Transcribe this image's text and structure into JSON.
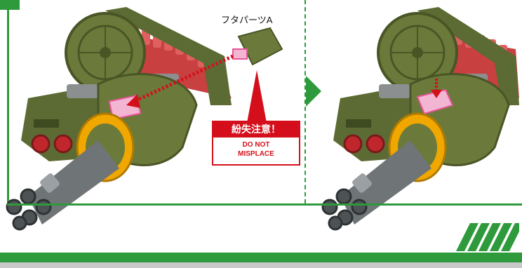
{
  "callout": {
    "part_name": "フタパーツA"
  },
  "warning": {
    "title": "紛失注意！",
    "english_line1": "DO NOT",
    "english_line2": "MISPLACE"
  },
  "colors": {
    "brand_green": "#2e9a3b",
    "warning_red": "#d40f1b",
    "marker_pink": "#e8559a",
    "body_olive": "#6b7a3a",
    "ring_yellow": "#f0a800"
  }
}
